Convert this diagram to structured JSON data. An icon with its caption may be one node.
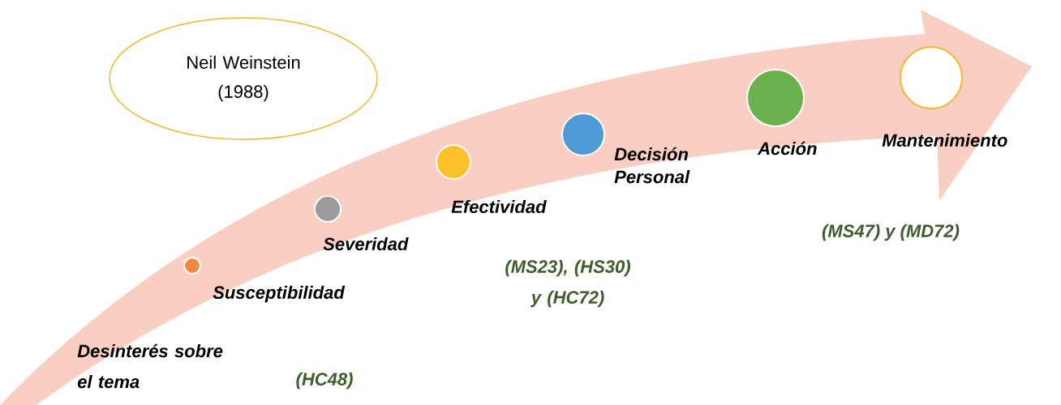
{
  "diagram": {
    "nodes": [
      {
        "text": [
          "Neil Weinstein (1988)"
        ]
      },
      {
        "text": [],
        "shape": "circle",
        "beside": [
          "Susceptibilidad"
        ]
      },
      {
        "text": [],
        "shape": "circle",
        "beside": [
          "Severidad"
        ]
      },
      {
        "text": [],
        "shape": "circle",
        "beside": [
          "Efectividad"
        ]
      },
      {
        "text": [],
        "shape": "circle",
        "beside": [
          "Decisión Personal"
        ]
      },
      {
        "text": [],
        "shape": "circle",
        "beside": [
          "Acción"
        ]
      },
      {
        "text": [],
        "shape": "circle",
        "beside": [
          "Mantenimiento"
        ]
      }
    ],
    "labels": [
      "Desinterés sobre el tema",
      "(HC48)",
      "(MS23), (HS30) y (HC72)",
      "(MS47) y (MD72)"
    ]
  }
}
